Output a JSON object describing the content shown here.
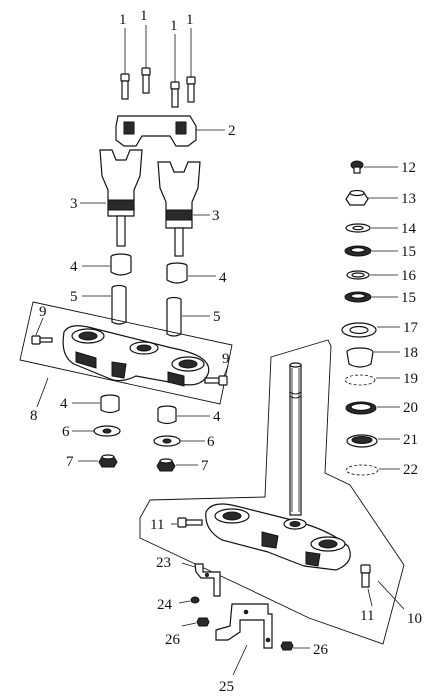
{
  "diagram": {
    "labels": {
      "c1a": "1",
      "c1b": "1",
      "c1c": "1",
      "c1d": "1",
      "c2": "2",
      "c3l": "3",
      "c3r": "3",
      "c4a": "4",
      "c4b": "4",
      "c4c": "4",
      "c4d": "4",
      "c5a": "5",
      "c5b": "5",
      "c6a": "6",
      "c6b": "6",
      "c7a": "7",
      "c7b": "7",
      "c8": "8",
      "c9a": "9",
      "c9b": "9",
      "c10": "10",
      "c11a": "11",
      "c11b": "11",
      "c12": "12",
      "c13": "13",
      "c14": "14",
      "c15a": "15",
      "c16": "16",
      "c15b": "15",
      "c17": "17",
      "c18": "18",
      "c19": "19",
      "c20": "20",
      "c21": "21",
      "c22": "22",
      "c23": "23",
      "c24": "24",
      "c25": "25",
      "c26a": "26",
      "c26b": "26"
    }
  }
}
